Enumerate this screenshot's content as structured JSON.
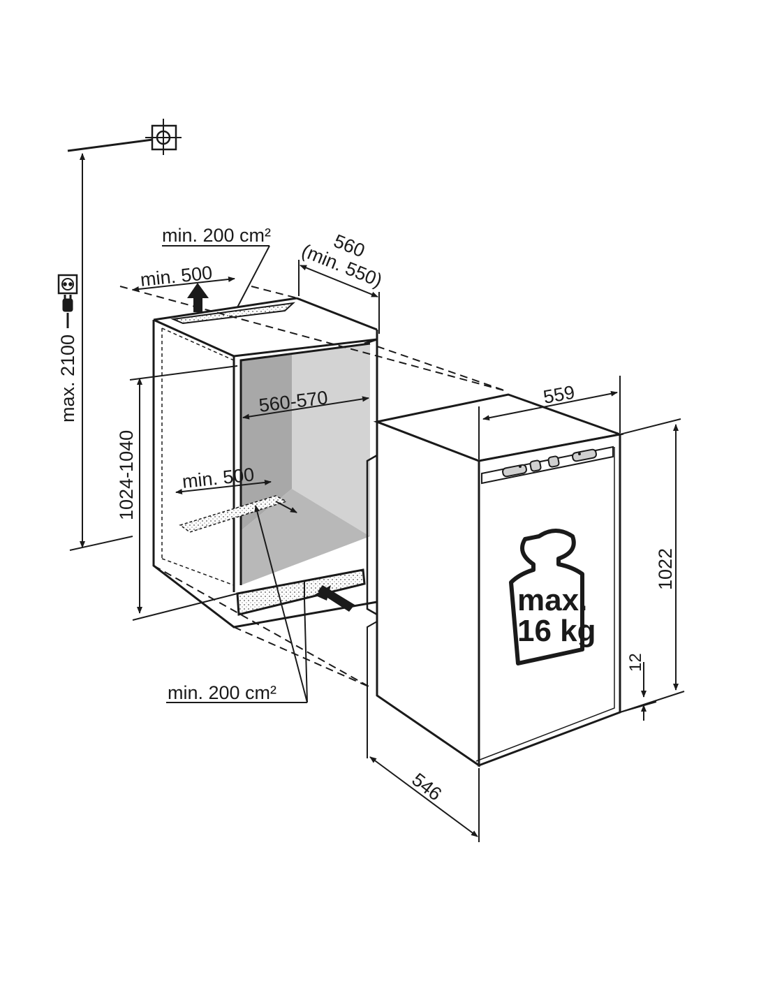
{
  "labels": {
    "max_height": "max. 2100",
    "vent_top_area": "min. 200 cm²",
    "vent_top_depth": "min. 500",
    "niche_depth": "560",
    "niche_depth_min": "(min. 550)",
    "niche_width": "560-570",
    "niche_height": "1024-1040",
    "vent_bottom_depth": "min. 500",
    "vent_bottom_area": "min. 200 cm²",
    "appliance_width": "559",
    "appliance_height": "1022",
    "plinth_gap": "12",
    "appliance_depth": "546",
    "weight_line1": "max.",
    "weight_line2": "16 kg"
  },
  "icons": [
    "socket-icon",
    "plug-icon",
    "water-connection-icon",
    "weight-icon",
    "airflow-up-arrow-icon",
    "airflow-in-arrow-icon"
  ],
  "colors": {
    "line": "#1a1a1a",
    "interior_back": "#a8a8a8",
    "interior_side": "#d0d0d0",
    "interior_floor": "#b8b8b8"
  }
}
